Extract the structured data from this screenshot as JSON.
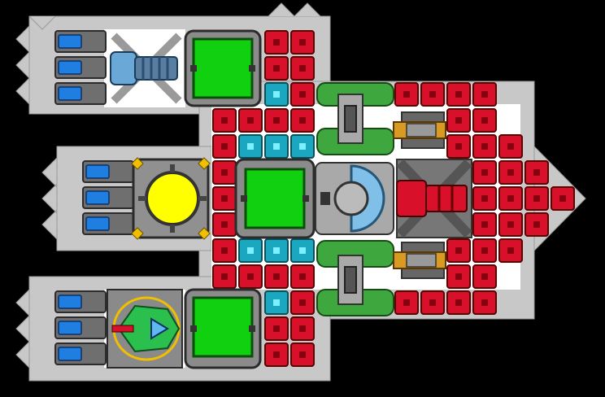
{
  "scene": {
    "background_color": "#000000",
    "armor_color": "#c8c8c8",
    "hull_color": "#ffffff"
  },
  "thrusters": [
    {
      "name": "top-left-thruster-stack",
      "nozzles": 3
    },
    {
      "name": "middle-left-thruster-stack",
      "nozzles": 3
    },
    {
      "name": "bottom-left-thruster-stack",
      "nozzles": 3
    }
  ],
  "modules": [
    {
      "name": "storage-module-top",
      "color": "#10d010"
    },
    {
      "name": "storage-module-center",
      "color": "#10d010"
    },
    {
      "name": "storage-module-bottom",
      "color": "#10d010"
    },
    {
      "name": "power-core",
      "color": "#ffff00"
    },
    {
      "name": "shield-generator",
      "color": "#7fbfe8"
    },
    {
      "name": "main-red-cannon",
      "color": "#d8102a"
    },
    {
      "name": "fighter-hangar-ship",
      "color": "#2bbf4d"
    },
    {
      "name": "coil-turret-top",
      "color": "#6aa8d8"
    },
    {
      "name": "gold-turret-upper",
      "color": "#d89a20"
    },
    {
      "name": "gold-turret-lower",
      "color": "#d89a20"
    }
  ],
  "block_colors": {
    "red": "#d8102a",
    "cyan": "#1aa8c0"
  }
}
